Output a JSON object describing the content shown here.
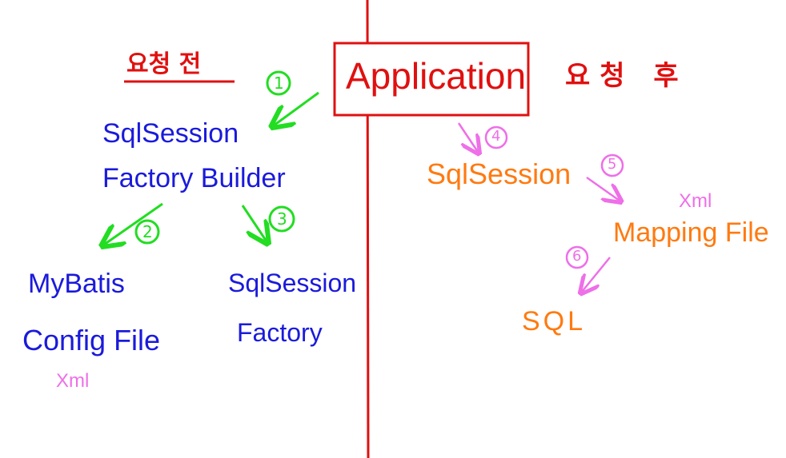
{
  "labels": {
    "before_request": "요청 전",
    "after_request": "요청 후",
    "application": "Application",
    "builder_line1": "SqlSession",
    "builder_line2": "Factory Builder",
    "mybatis_line1": "MyBatis",
    "mybatis_line2": "Config File",
    "xml_left": "Xml",
    "factory_line1": "SqlSession",
    "factory_line2": "Factory",
    "sqlsession": "SqlSession",
    "xml_right": "Xml",
    "mapping_file": "Mapping File",
    "sql": "SQL"
  },
  "steps": {
    "s1": "1",
    "s2": "2",
    "s3": "3",
    "s4": "4",
    "s5": "5",
    "s6": "6"
  },
  "colors": {
    "red": "#e01010",
    "blue": "#1a1adb",
    "orange": "#ff7a10",
    "pink": "#ee6fe8",
    "green": "#22dd22"
  }
}
